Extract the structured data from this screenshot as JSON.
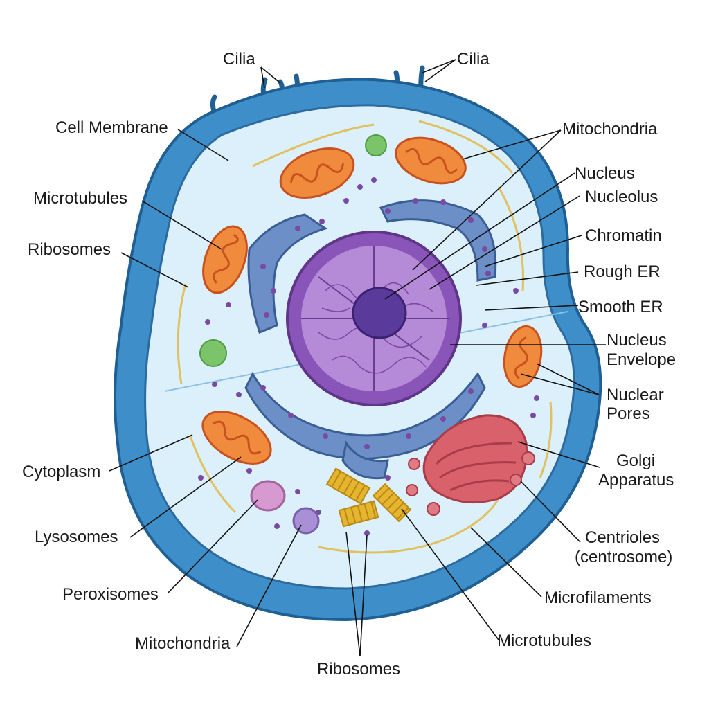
{
  "labels": {
    "cilia_left": "Cilia",
    "cilia_right": "Cilia",
    "cell_membrane": "Cell Membrane",
    "microtubules_left": "Microtubules",
    "ribosomes_left": "Ribosomes",
    "cytoplasm": "Cytoplasm",
    "lysosomes": "Lysosomes",
    "peroxisomes": "Peroxisomes",
    "mitochondria_bottom": "Mitochondria",
    "ribosomes_bottom": "Ribosomes",
    "microtubules_bottom": "Microtubules",
    "microfilaments": "Microfilaments",
    "centrioles_line1": "Centrioles",
    "centrioles_line2": "(centrosome)",
    "golgi_line1": "Golgi",
    "golgi_line2": "Apparatus",
    "nuclear_pores_line1": "Nuclear",
    "nuclear_pores_line2": "Pores",
    "nucleus_envelope_line1": "Nucleus",
    "nucleus_envelope_line2": "Envelope",
    "smooth_er": "Smooth ER",
    "rough_er": "Rough ER",
    "chromatin": "Chromatin",
    "nucleolus": "Nucleolus",
    "nucleus": "Nucleus",
    "mitochondria_top": "Mitochondria"
  },
  "colors": {
    "membrane_outer": "#3d8ec9",
    "membrane_edge": "#1f5f94",
    "cytoplasm": "#dcf0fb",
    "mitochondria": "#f08a3c",
    "mitochondria_inner": "#c8511f",
    "nucleus": "#8a55b8",
    "nucleus_light": "#b58ad6",
    "nucleolus": "#5a3a9a",
    "er": "#6c8fc8",
    "er_dots": "#7a4aa3",
    "golgi": "#d9616b",
    "lysosome": "#d79ad0",
    "peroxisome": "#a98fd6",
    "vacuole_green": "#7cc46a",
    "centriole": "#e6b530",
    "microtubule": "#e0c060"
  },
  "icons": {
    "mitochondrion": "mitochondrion-icon",
    "nucleus": "nucleus-icon",
    "golgi": "golgi-icon",
    "centriole": "centriole-icon"
  }
}
